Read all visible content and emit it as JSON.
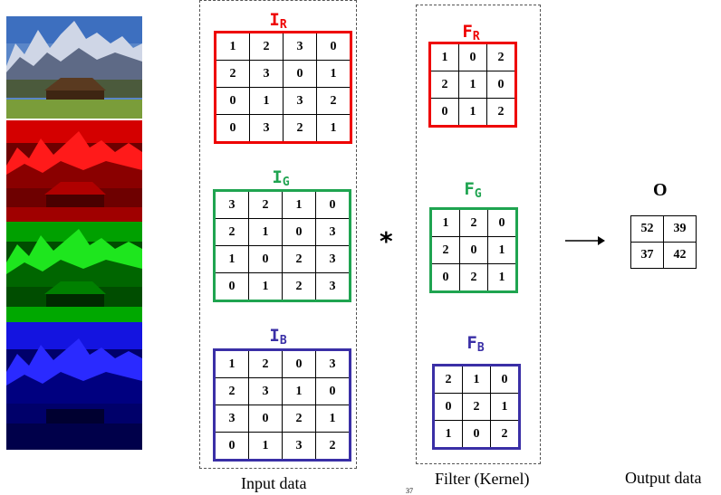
{
  "input": {
    "caption": "Input data",
    "channels": [
      {
        "label": "I",
        "sub": "R",
        "color": "#e00000",
        "rows": [
          [
            "1",
            "2",
            "3",
            "0"
          ],
          [
            "2",
            "3",
            "0",
            "1"
          ],
          [
            "0",
            "1",
            "3",
            "2"
          ],
          [
            "0",
            "3",
            "2",
            "1"
          ]
        ]
      },
      {
        "label": "I",
        "sub": "G",
        "color": "#1fa450",
        "rows": [
          [
            "3",
            "2",
            "1",
            "0"
          ],
          [
            "2",
            "1",
            "0",
            "3"
          ],
          [
            "1",
            "0",
            "2",
            "3"
          ],
          [
            "0",
            "1",
            "2",
            "3"
          ]
        ]
      },
      {
        "label": "I",
        "sub": "B",
        "color": "#3a2fa6",
        "rows": [
          [
            "1",
            "2",
            "0",
            "3"
          ],
          [
            "2",
            "3",
            "1",
            "0"
          ],
          [
            "3",
            "0",
            "2",
            "1"
          ],
          [
            "0",
            "1",
            "3",
            "2"
          ]
        ]
      }
    ]
  },
  "filter": {
    "caption": "Filter (Kernel)",
    "channels": [
      {
        "label": "F",
        "sub": "R",
        "color": "#e00000",
        "rows": [
          [
            "1",
            "0",
            "2"
          ],
          [
            "2",
            "1",
            "0"
          ],
          [
            "0",
            "1",
            "2"
          ]
        ]
      },
      {
        "label": "F",
        "sub": "G",
        "color": "#1fa450",
        "rows": [
          [
            "1",
            "2",
            "0"
          ],
          [
            "2",
            "0",
            "1"
          ],
          [
            "0",
            "2",
            "1"
          ]
        ]
      },
      {
        "label": "F",
        "sub": "B",
        "color": "#3a2fa6",
        "rows": [
          [
            "2",
            "1",
            "0"
          ],
          [
            "0",
            "2",
            "1"
          ],
          [
            "1",
            "0",
            "2"
          ]
        ]
      }
    ]
  },
  "operator": "*",
  "output": {
    "title": "O",
    "caption": "Output data",
    "rows": [
      [
        "52",
        "39"
      ],
      [
        "37",
        "42"
      ]
    ]
  },
  "page_number": "37"
}
